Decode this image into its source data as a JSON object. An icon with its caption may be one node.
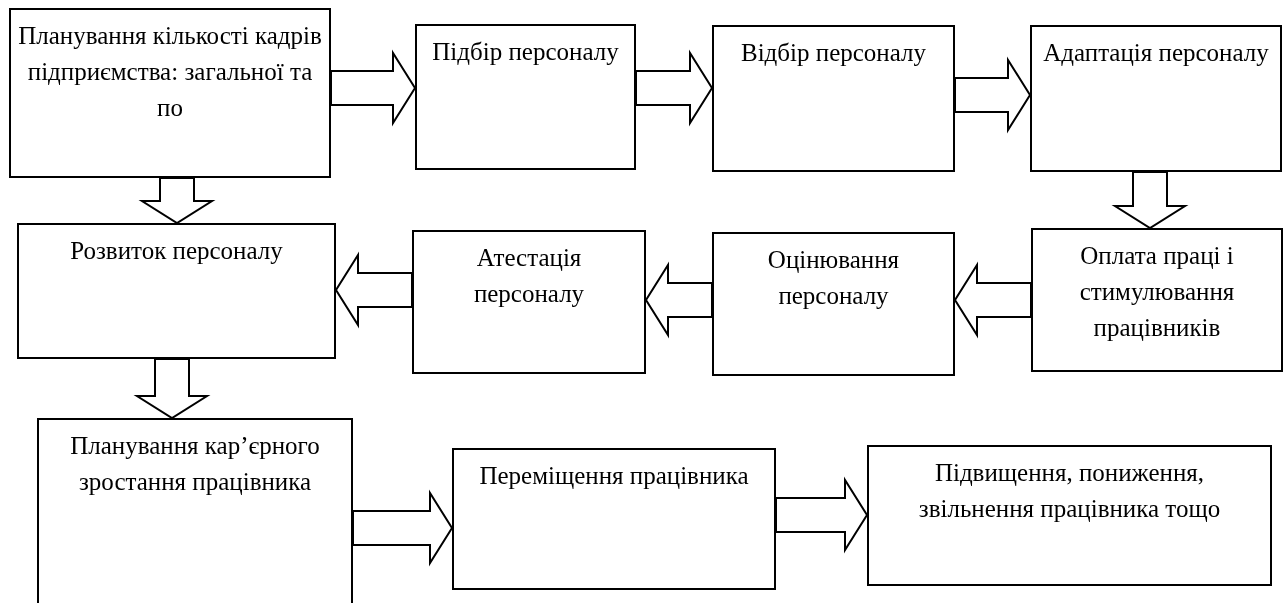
{
  "diagram": {
    "nodes": [
      {
        "text": [
          "Планування кількості кадрів підприємства: загальної та по"
        ]
      },
      {
        "text": [
          "Підбір персоналу"
        ]
      },
      {
        "text": [
          "Відбір персоналу"
        ]
      },
      {
        "text": [
          "Адаптація персоналу"
        ]
      },
      {
        "text": [
          "Розвиток персоналу"
        ]
      },
      {
        "text": [
          "Атестація персоналу"
        ]
      },
      {
        "text": [
          "Оцінювання персоналу"
        ]
      },
      {
        "text": [
          "Оплата праці і стимулювання працівників"
        ]
      },
      {
        "text": [
          "Планування кар’єрного зростання працівника"
        ]
      },
      {
        "text": [
          "Переміщення працівника"
        ]
      },
      {
        "text": [
          "Підвищення, пониження, звільнення працівника тощо"
        ]
      }
    ],
    "edges": [
      {
        "from": 0,
        "to": 1,
        "arrow": "to"
      },
      {
        "from": 1,
        "to": 2,
        "arrow": "to"
      },
      {
        "from": 2,
        "to": 3,
        "arrow": "to"
      },
      {
        "from": 3,
        "to": 7,
        "arrow": "to"
      },
      {
        "from": 7,
        "to": 6,
        "arrow": "to"
      },
      {
        "from": 6,
        "to": 5,
        "arrow": "to"
      },
      {
        "from": 5,
        "to": 4,
        "arrow": "to"
      },
      {
        "from": 0,
        "to": 4,
        "arrow": "to"
      },
      {
        "from": 4,
        "to": 8,
        "arrow": "to"
      },
      {
        "from": 8,
        "to": 9,
        "arrow": "to"
      },
      {
        "from": 9,
        "to": 10,
        "arrow": "to"
      }
    ]
  }
}
